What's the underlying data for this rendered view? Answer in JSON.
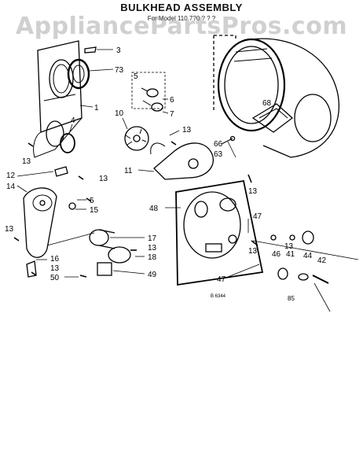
{
  "header": {
    "title": "BULKHEAD ASSEMBLY",
    "subtitle": "For Model 110.7?0 ? ? ?"
  },
  "watermark": "AppliancePartsPros.com",
  "diagram": {
    "callouts": [
      {
        "id": "3",
        "text": "3"
      },
      {
        "id": "73",
        "text": "73"
      },
      {
        "id": "1",
        "text": "1"
      },
      {
        "id": "4",
        "text": "4"
      },
      {
        "id": "13a",
        "text": "13"
      },
      {
        "id": "5a",
        "text": "5"
      },
      {
        "id": "6",
        "text": "6"
      },
      {
        "id": "7",
        "text": "7"
      },
      {
        "id": "10",
        "text": "10"
      },
      {
        "id": "13b",
        "text": "13"
      },
      {
        "id": "68",
        "text": "68"
      },
      {
        "id": "66",
        "text": "66"
      },
      {
        "id": "63",
        "text": "63"
      },
      {
        "id": "12",
        "text": "12"
      },
      {
        "id": "13c",
        "text": "13"
      },
      {
        "id": "11",
        "text": "11"
      },
      {
        "id": "14",
        "text": "14"
      },
      {
        "id": "13d",
        "text": "13"
      },
      {
        "id": "5b",
        "text": "5"
      },
      {
        "id": "15",
        "text": "15"
      },
      {
        "id": "48",
        "text": "48"
      },
      {
        "id": "47a",
        "text": "47"
      },
      {
        "id": "13e",
        "text": "13"
      },
      {
        "id": "17",
        "text": "17"
      },
      {
        "id": "13f",
        "text": "13"
      },
      {
        "id": "18",
        "text": "18"
      },
      {
        "id": "49",
        "text": "49"
      },
      {
        "id": "16",
        "text": "16"
      },
      {
        "id": "13g",
        "text": "13"
      },
      {
        "id": "50",
        "text": "50"
      },
      {
        "id": "13h",
        "text": "13"
      },
      {
        "id": "41",
        "text": "41"
      },
      {
        "id": "46",
        "text": "46"
      },
      {
        "id": "44",
        "text": "44"
      },
      {
        "id": "42",
        "text": "42"
      },
      {
        "id": "47b",
        "text": "47"
      },
      {
        "id": "13i",
        "text": "13"
      }
    ],
    "footer_code": "B 6344",
    "page_number": "85"
  }
}
